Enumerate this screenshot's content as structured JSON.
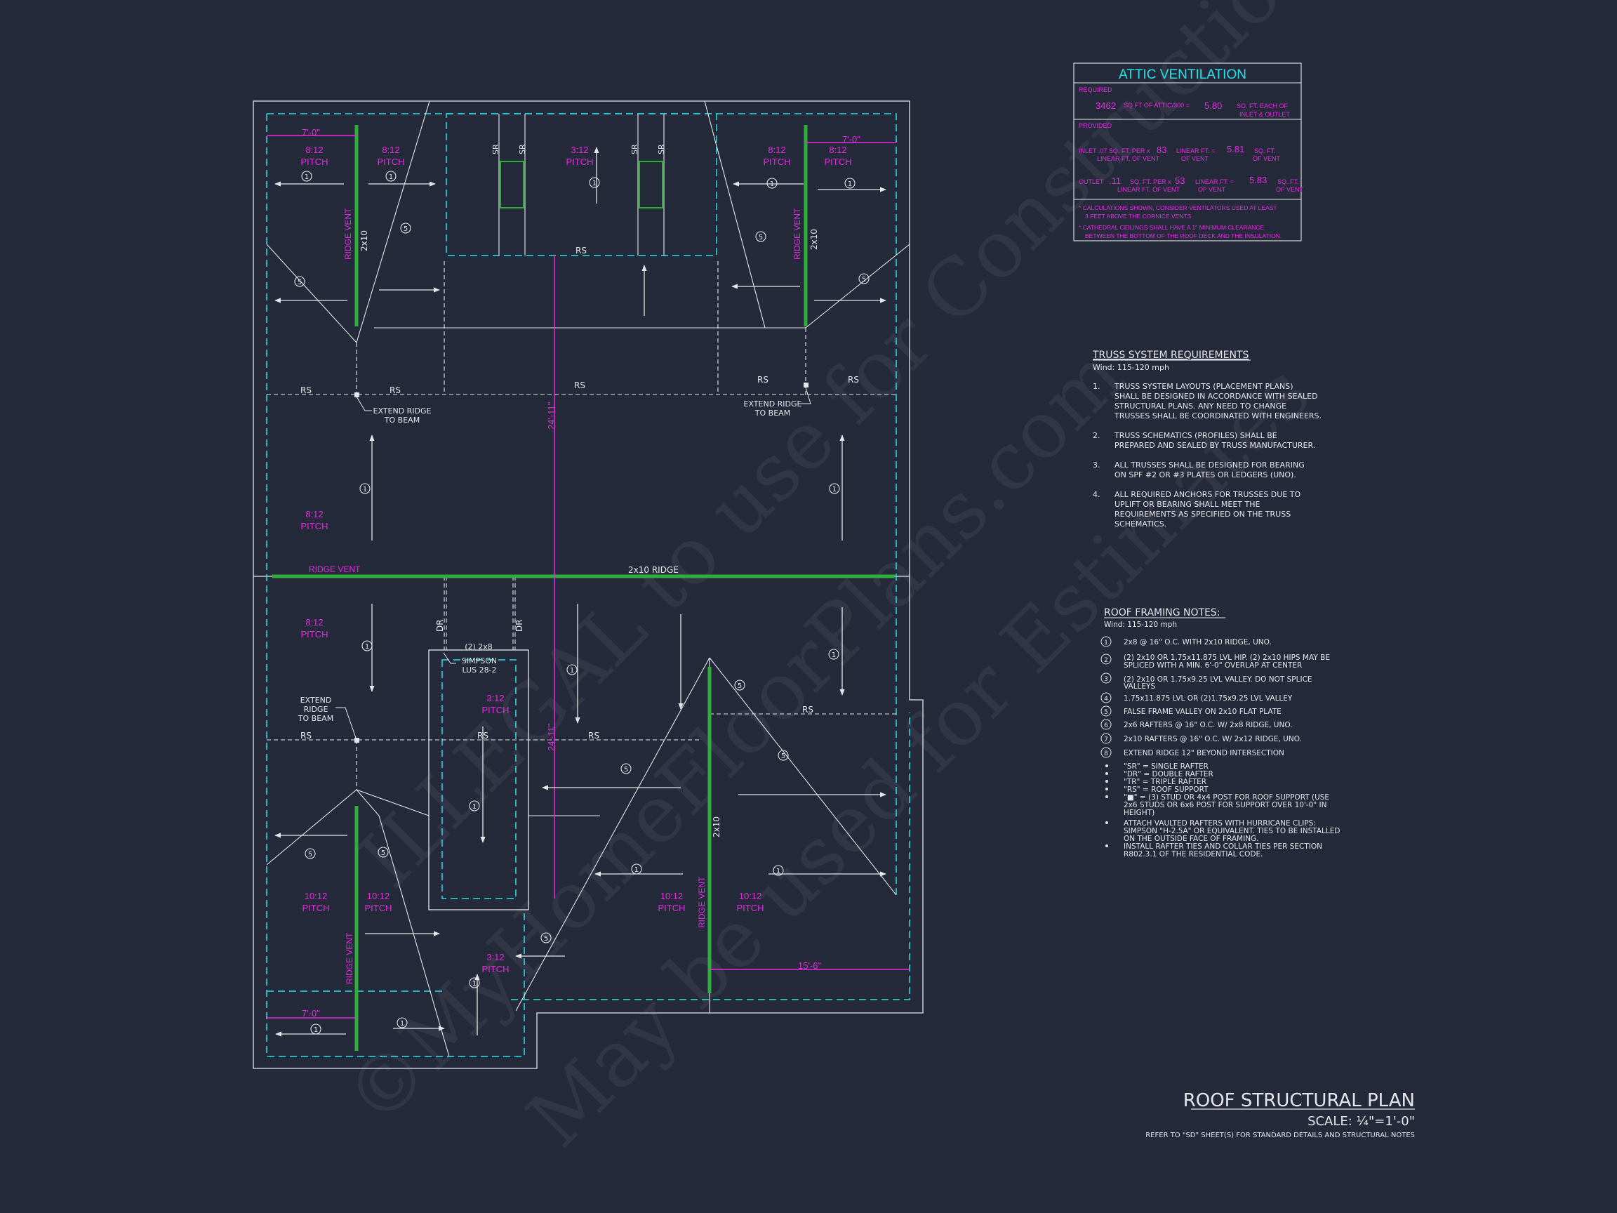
{
  "watermark": {
    "line1": "©MyHomeFloorPlans.com",
    "line2": "ILLEGAL to use for Construction",
    "line3": "May be used for Estimates"
  },
  "colors": {
    "background": "#252a3b",
    "lines": "#e6e6ea",
    "magenta": "#e62ae0",
    "cyan": "#27e3e8",
    "green": "#2fae3a"
  },
  "attic": {
    "title": "ATTIC VENTILATION",
    "required_label": "REQUIRED",
    "req_value": "3462",
    "req_text": "SQ FT OF ATTIC/300 =",
    "req_result": "5.80",
    "req_unit1": "SQ. FT. EACH OF",
    "req_unit2": "INLET & OUTLET",
    "provided_label": "PROVIDED",
    "inlet_a": "INLET .07 SQ. FT. PER x",
    "inlet_b": "LINEAR FT. OF VENT",
    "inlet_val": "83",
    "inlet_c": "LINEAR FT. =",
    "inlet_d": "OF VENT",
    "inlet_res": "5.81",
    "inlet_e": "SQ. FT.",
    "inlet_f": "OF VENT",
    "outlet_a": "OUTLET",
    "outlet_val1": ".11",
    "outlet_b": "SQ. FT. PER x",
    "outlet_c": "LINEAR FT. OF VENT",
    "outlet_val2": "53",
    "outlet_d": "LINEAR FT. =",
    "outlet_e": "OF VENT",
    "outlet_res": "5.83",
    "outlet_f": "SQ. FT.",
    "outlet_g": "OF VENT",
    "note1a": "* CALCULATIONS SHOWN, CONSIDER VENTILATORS USED AT LEAST",
    "note1b": "3 FEET ABOVE THE CORNICE VENTS",
    "note2a": "* CATHEDRAL CEILINGS SHALL HAVE A 1\" MINIMUM CLEARANCE",
    "note2b": "BETWEEN THE BOTTOM OF THE ROOF DECK AND THE INSULATION."
  },
  "truss": {
    "title": "TRUSS SYSTEM REQUIREMENTS",
    "wind": "Wind: 115-120 mph",
    "items": [
      {
        "num": "1.",
        "lines": [
          "TRUSS SYSTEM LAYOUTS (PLACEMENT PLANS)",
          "SHALL BE DESIGNED IN ACCORDANCE WITH SEALED",
          "STRUCTURAL PLANS. ANY NEED TO  CHANGE",
          "TRUSSES SHALL BE COORDINATED  WITH  ENGINEERS."
        ]
      },
      {
        "num": "2.",
        "lines": [
          "TRUSS SCHEMATICS (PROFILES) SHALL BE",
          "PREPARED AND SEALED BY TRUSS  MANUFACTURER."
        ]
      },
      {
        "num": "3.",
        "lines": [
          "ALL TRUSSES SHALL BE DESIGNED FOR  BEARING",
          "ON SPF #2 OR #3 PLATES OR LEDGERS  (UNO)."
        ]
      },
      {
        "num": "4.",
        "lines": [
          "ALL REQUIRED ANCHORS FOR TRUSSES DUE  TO",
          "UPLIFT OR BEARING SHALL MEET THE",
          "REQUIREMENTS AS SPECIFIED ON THE TRUSS",
          "SCHEMATICS."
        ]
      }
    ]
  },
  "framing": {
    "title": "ROOF FRAMING NOTES:",
    "wind": "Wind: 115-120 mph",
    "items": [
      {
        "num": "1",
        "lines": [
          "2x8 @ 16\" O.C. WITH 2x10 RIDGE, UNO."
        ]
      },
      {
        "num": "2",
        "lines": [
          "(2) 2x10 OR 1.75x11.875 LVL HIP. (2) 2x10 HIPS MAY BE",
          "SPLICED WITH A MIN. 6'-0\" OVERLAP AT CENTER"
        ]
      },
      {
        "num": "3",
        "lines": [
          "(2) 2x10 OR 1.75x9.25 LVL VALLEY. DO NOT SPLICE",
          "VALLEYS"
        ]
      },
      {
        "num": "4",
        "lines": [
          "1.75x11.875 LVL OR (2)1.75x9.25 LVL VALLEY"
        ]
      },
      {
        "num": "5",
        "lines": [
          "FALSE FRAME VALLEY ON 2x10 FLAT PLATE"
        ]
      },
      {
        "num": "6",
        "lines": [
          "2x6 RAFTERS @ 16\" O.C. W/ 2x8 RIDGE, UNO."
        ]
      },
      {
        "num": "7",
        "lines": [
          "2x10 RAFTERS @ 16\" O.C. W/ 2x12 RIDGE, UNO."
        ]
      },
      {
        "num": "8",
        "lines": [
          "EXTEND RIDGE 12\" BEYOND INTERSECTION"
        ]
      }
    ],
    "bullets": [
      [
        "\"SR\" = SINGLE RAFTER"
      ],
      [
        "\"DR\" = DOUBLE RAFTER"
      ],
      [
        "\"TR\" = TRIPLE RAFTER"
      ],
      [
        "\"RS\" = ROOF SUPPORT"
      ],
      [
        "\"■\" = (3) STUD OR 4x4 POST FOR ROOF SUPPORT (USE",
        "2x6 STUDS OR 6x6 POST FOR SUPPORT OVER 10'-0\" IN",
        "HEIGHT)"
      ],
      [
        "ATTACH VAULTED RAFTERS WITH HURRICANE CLIPS:",
        "SIMPSON \"H-2.5A\" OR EQUIVALENT. TIES TO BE INSTALLED",
        "ON THE OUTSIDE FACE OF FRAMING."
      ],
      [
        "INSTALL RAFTER TIES AND COLLAR TIES PER SECTION",
        "R802.3.1 OF THE  RESIDENTIAL CODE."
      ]
    ]
  },
  "titleblock": {
    "title": "ROOF STRUCTURAL PLAN",
    "scale": "SCALE: ¼\"=1'-0\"",
    "refer": "REFER TO \"SD\" SHEET(S) FOR STANDARD DETAILS AND STRUCTURAL NOTES"
  },
  "plan": {
    "pitch": "PITCH",
    "p812": "8:12",
    "p312": "3:12",
    "p1012": "10:12",
    "ridge_vent": "RIDGE VENT",
    "ridge_main": "2x10 RIDGE",
    "member_2x10": "2x10",
    "rs": "RS",
    "dr": "DR",
    "extend_ridge_to_beam": [
      "EXTEND RIDGE",
      "TO BEAM"
    ],
    "extend_ridge_to_beam_3": [
      "EXTEND",
      "RIDGE",
      "TO BEAM"
    ],
    "two_2x8": "(2) 2x8",
    "simpson": [
      "SIMPSON",
      "LUS 28-2"
    ],
    "dim_7_0": "7'-0\"",
    "dim_15_6": "15'-6\"",
    "dim_24_11": "24'-11\"",
    "circ1": "1",
    "circ5": "5"
  }
}
